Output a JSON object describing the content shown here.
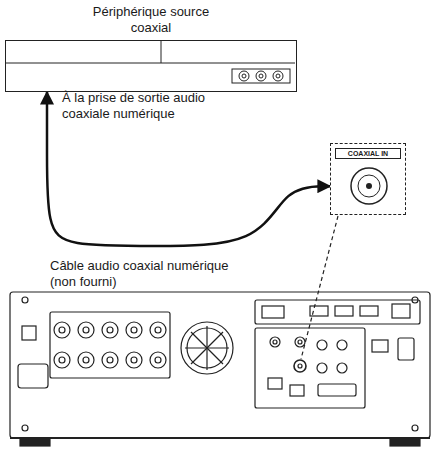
{
  "diagram": {
    "nodes": [
      {
        "text": [
          "Périphérique source coaxial"
        ]
      },
      {
        "text": [
          "COAXIAL IN"
        ]
      }
    ],
    "edges": [
      {
        "from": 0,
        "to": 1,
        "arrow": "both"
      }
    ],
    "labels": [
      "À la prise de sortie audio coaxiale numérique",
      "Câble audio coaxial numérique (non fourni)"
    ]
  }
}
